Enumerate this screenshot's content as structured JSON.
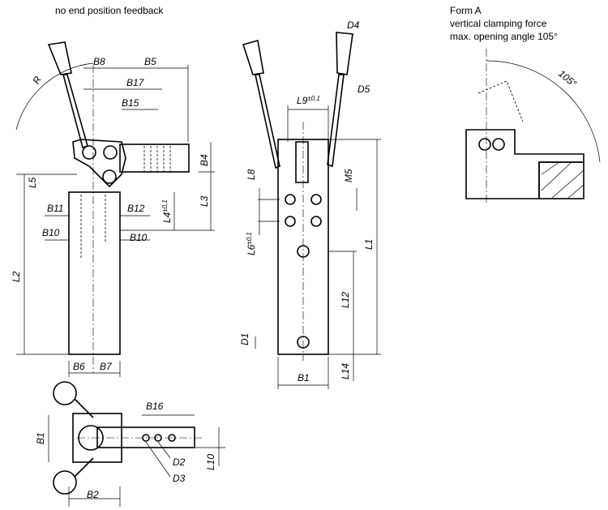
{
  "left_view": {
    "title": "no end position feedback",
    "labels": {
      "R": "R",
      "B8": "B8",
      "B5": "B5",
      "B17": "B17",
      "B15": "B15",
      "B4": "B4",
      "L5": "L5",
      "L3": "L3",
      "B11": "B11",
      "B12": "B12",
      "L4": "L4",
      "L4_tol": "±0,1",
      "B10a": "B10",
      "B10b": "B10",
      "L2": "L2",
      "B6": "B6",
      "B7": "B7"
    }
  },
  "bottom_view": {
    "labels": {
      "B16": "B16",
      "B1": "B1",
      "D2": "D2",
      "D3": "D3",
      "L10": "L10",
      "B2": "B2"
    }
  },
  "middle_view": {
    "labels": {
      "D4": "D4",
      "D5": "D5",
      "L9": "L9",
      "L9_tol": "±0,1",
      "L8": "L8",
      "M5": "M5",
      "L6": "L6",
      "L6_tol": "±0,1",
      "L1": "L1",
      "L12": "L12",
      "D1": "D1",
      "B1": "B1",
      "L14": "L14"
    }
  },
  "form_a": {
    "title": "Form A",
    "line1": "vertical clamping force",
    "line2": "max. opening angle 105°",
    "angle_label": "105°"
  }
}
